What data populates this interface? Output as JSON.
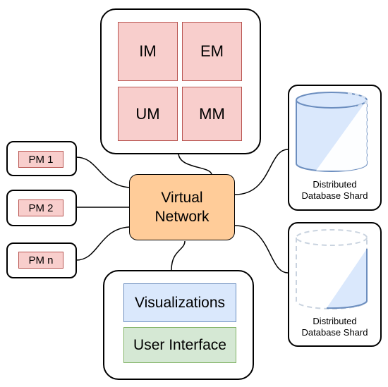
{
  "modules": {
    "im": "IM",
    "em": "EM",
    "um": "UM",
    "mm": "MM"
  },
  "pms": [
    "PM 1",
    "PM 2",
    "PM n"
  ],
  "virtual_network": {
    "line1": "Virtual",
    "line2": "Network"
  },
  "ui_stack": {
    "visualizations": "Visualizations",
    "user_interface": "User Interface"
  },
  "shards": [
    {
      "line1": "Distributed",
      "line2": "Database Shard"
    },
    {
      "line1": "Distributed",
      "line2": "Database Shard"
    }
  ],
  "colors": {
    "module_fill": "#f8cecc",
    "module_stroke": "#b85450",
    "vnet_fill": "#ffcc99",
    "viz_fill": "#dae8fc",
    "viz_stroke": "#6c8ebf",
    "ui_fill": "#d5e8d4",
    "ui_stroke": "#82b366",
    "db_fill": "#dae8fc",
    "db_stroke": "#6c8ebf"
  }
}
